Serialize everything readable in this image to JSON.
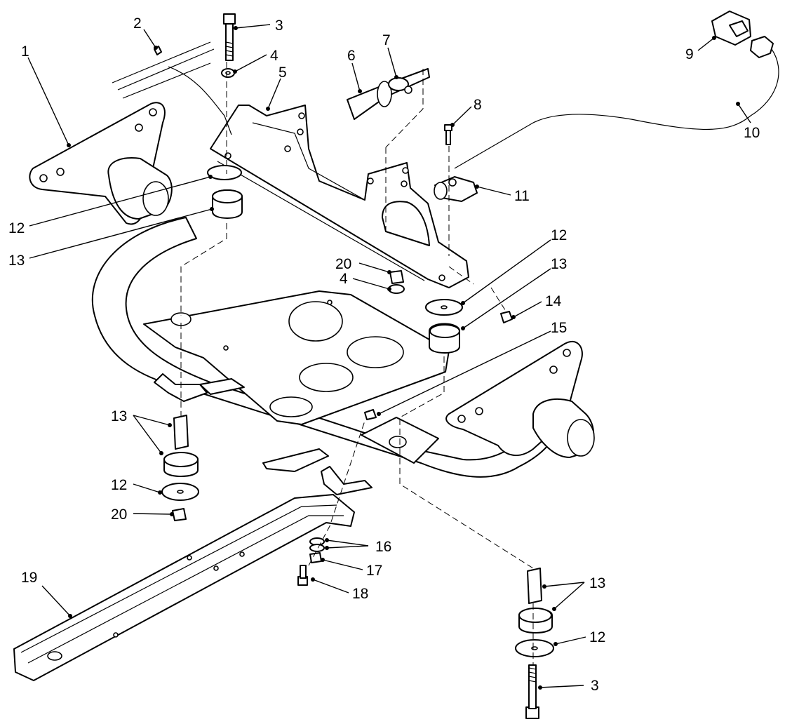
{
  "diagram": {
    "callouts": [
      {
        "id": "c1",
        "text": "1"
      },
      {
        "id": "c2",
        "text": "2"
      },
      {
        "id": "c3a",
        "text": "3"
      },
      {
        "id": "c4a",
        "text": "4"
      },
      {
        "id": "c5",
        "text": "5"
      },
      {
        "id": "c6",
        "text": "6"
      },
      {
        "id": "c7",
        "text": "7"
      },
      {
        "id": "c8",
        "text": "8"
      },
      {
        "id": "c9",
        "text": "9"
      },
      {
        "id": "c10",
        "text": "10"
      },
      {
        "id": "c11",
        "text": "11"
      },
      {
        "id": "c12a",
        "text": "12"
      },
      {
        "id": "c13a",
        "text": "13"
      },
      {
        "id": "c20a",
        "text": "20"
      },
      {
        "id": "c4b",
        "text": "4"
      },
      {
        "id": "c12b",
        "text": "12"
      },
      {
        "id": "c13b",
        "text": "13"
      },
      {
        "id": "c14",
        "text": "14"
      },
      {
        "id": "c15",
        "text": "15"
      },
      {
        "id": "c13c",
        "text": "13"
      },
      {
        "id": "c12c",
        "text": "12"
      },
      {
        "id": "c20b",
        "text": "20"
      },
      {
        "id": "c16",
        "text": "16"
      },
      {
        "id": "c17",
        "text": "17"
      },
      {
        "id": "c18",
        "text": "18"
      },
      {
        "id": "c19",
        "text": "19"
      },
      {
        "id": "c13d",
        "text": "13"
      },
      {
        "id": "c12d",
        "text": "12"
      },
      {
        "id": "c3b",
        "text": "3"
      }
    ]
  }
}
